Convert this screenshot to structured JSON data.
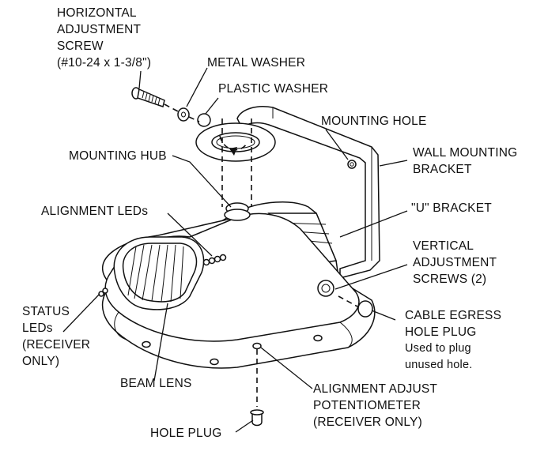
{
  "labels": {
    "horizontal_screw": [
      "HORIZONTAL",
      "ADJUSTMENT",
      "SCREW",
      "(#10-24 x 1-3/8\")"
    ],
    "metal_washer": "METAL WASHER",
    "plastic_washer": "PLASTIC WASHER",
    "mounting_hole": "MOUNTING HOLE",
    "mounting_hub": "MOUNTING HUB",
    "wall_bracket": [
      "WALL MOUNTING",
      "BRACKET"
    ],
    "alignment_leds": "ALIGNMENT LEDs",
    "u_bracket": "\"U\" BRACKET",
    "vertical_screws": [
      "VERTICAL",
      "ADJUSTMENT",
      "SCREWS (2)"
    ],
    "status_leds": [
      "STATUS",
      "LEDs",
      "(RECEIVER",
      "ONLY)"
    ],
    "cable_plug": [
      "CABLE EGRESS",
      "HOLE PLUG",
      "Used to plug",
      "unused hole."
    ],
    "beam_lens": "BEAM LENS",
    "potentiometer": [
      "ALIGNMENT ADJUST",
      "POTENTIOMETER",
      "(RECEIVER ONLY)"
    ],
    "hole_plug": "HOLE PLUG"
  }
}
